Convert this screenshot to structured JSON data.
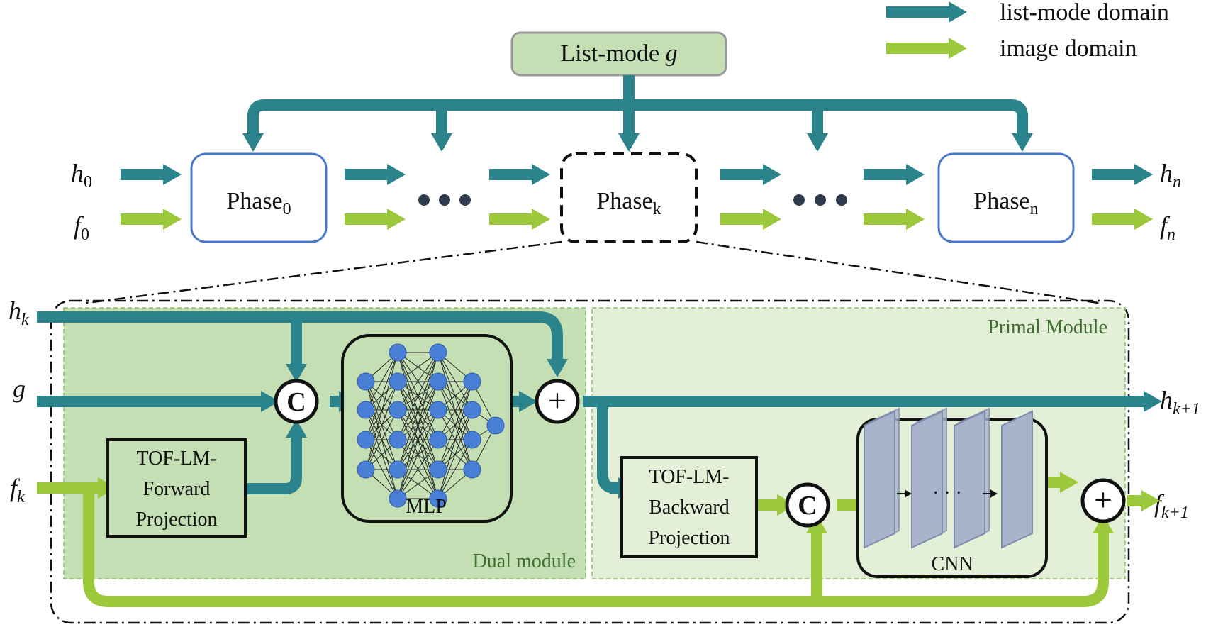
{
  "colors": {
    "list_mode": "#2b838c",
    "image": "#9cc93b",
    "dual_bg": "#c4dfb4",
    "primal_bg": "#e3efd6",
    "phase_border": "#4a78c8",
    "module_text": "#3f7030",
    "neuron": "#4a7fd6",
    "cnn_layer": "#a9b4cc"
  },
  "legend": {
    "list_mode": "list-mode domain",
    "image": "image domain"
  },
  "top": {
    "input_box": {
      "prefix": "List-mode ",
      "var": "g"
    },
    "h0": {
      "base": "h",
      "sub": "0"
    },
    "f0": {
      "base": "f",
      "sub": "0"
    },
    "hn": {
      "base": "h",
      "sub": "n"
    },
    "fn": {
      "base": "f",
      "sub": "n"
    },
    "phases": [
      {
        "base": "Phase",
        "sub": "0"
      },
      {
        "base": "Phase",
        "sub": "k"
      },
      {
        "base": "Phase",
        "sub": "n"
      }
    ],
    "ellipsis": "• • •"
  },
  "detail": {
    "hk": {
      "base": "h",
      "sub": "k"
    },
    "g": "g",
    "fk": {
      "base": "f",
      "sub": "k"
    },
    "hk1": {
      "base": "h",
      "sub": "k+1"
    },
    "fk1": {
      "base": "f",
      "sub": "k+1"
    },
    "dual_label": "Dual module",
    "primal_label": "Primal Module",
    "forward_proj": [
      "TOF-LM-",
      "Forward",
      "Projection"
    ],
    "backward_proj": [
      "TOF-LM-",
      "Backward",
      "Projection"
    ],
    "mlp_label": "MLP",
    "cnn_label": "CNN",
    "concat_symbol": "C",
    "add_symbol": "+",
    "cnn_dots": "· · ·"
  }
}
